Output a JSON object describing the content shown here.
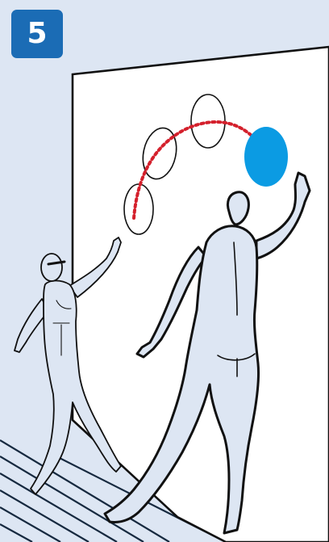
{
  "step": {
    "number": "5"
  },
  "colors": {
    "background": "#dde6f3",
    "badge": "#1b6cb5",
    "wall": "#ffffff",
    "floor_stripes": "#16293f",
    "figure_fill": "#dde6f3",
    "figure_outline": "#111111",
    "target_circle": "#0b9be3",
    "trajectory": "#d4202c"
  },
  "icons": [
    "wall-panel",
    "trajectory-dotted-line",
    "outlined-circle",
    "filled-blue-circle",
    "assistant-figure",
    "participant-figure"
  ]
}
